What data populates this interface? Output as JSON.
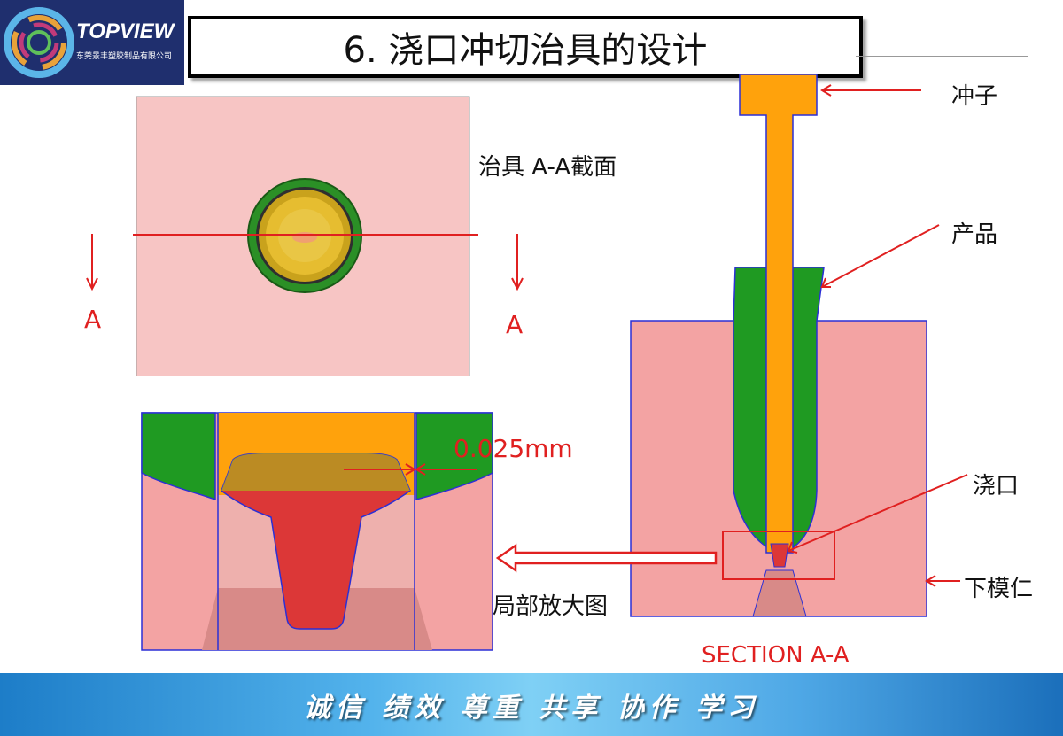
{
  "header": {
    "logo_text": "TOPVIEW",
    "logo_subtext": "东莞景丰塑胶制品有限公司",
    "title": "6. 浇口冲切治具的设计"
  },
  "top_view": {
    "caption": "治具 A-A截面",
    "section_mark_left": "A",
    "section_mark_right": "A"
  },
  "detail_view": {
    "dimension": "0.025mm",
    "caption": "局部放大图"
  },
  "section_view": {
    "labels": {
      "punch": "冲子",
      "product": "产品",
      "gate": "浇口",
      "lower_insert": "下模仁"
    },
    "caption": "SECTION A-A"
  },
  "footer": {
    "slogan": "诚信  绩效  尊重  共享  协作  学习"
  },
  "colors": {
    "pink": "#f7c5c4",
    "insert_pink": "#f3a3a3",
    "orange": "#ffa20c",
    "green": "#1f9a22",
    "red_part": "#dc3737",
    "annotation_red": "#e02020",
    "outline_blue": "#2b2fd6"
  }
}
